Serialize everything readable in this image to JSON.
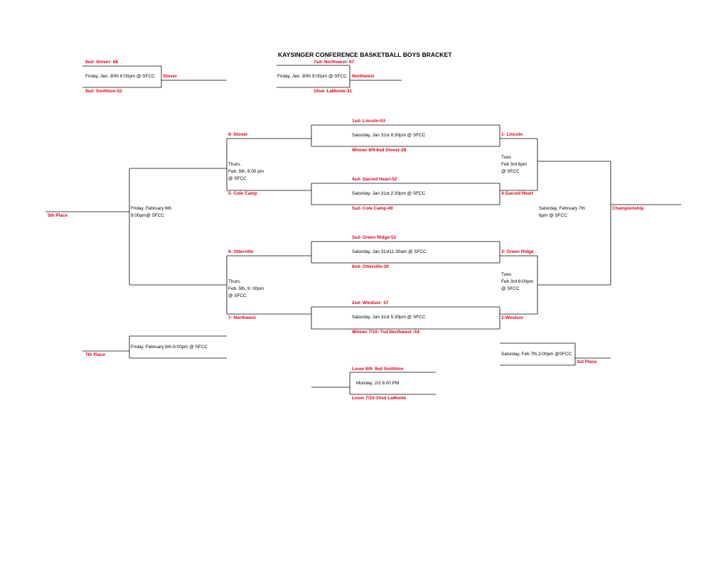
{
  "title": "KAYSINGER CONFERENCE BASKETBALL BOYS BRACKET",
  "prelim": {
    "game1": {
      "top": "8sd- Stover- 68",
      "time": "Friday, Jan. 30th 6:00pm @ SFCC",
      "winner": "Stover",
      "bottom": "9sd- Smithton-52"
    },
    "game2": {
      "top": "7sd- Northwest- 67",
      "time": "Friday, Jan. 30th 9:00pm @ SFCC",
      "winner": "Northwest",
      "bottom": "10sd- LaMonte-31"
    }
  },
  "round1": {
    "g1": {
      "top": "1sd- Lincoln-53",
      "time": "Saturday, Jan 31st 8:30pm @ SFCC",
      "bottom": "Winner 8/9-8sd Stover-28"
    },
    "g2": {
      "top": "4sd- Sacred Heart-52",
      "time": "Saturday, Jan 31st 2:30pm @ SFCC",
      "bottom": "5sd- Cole Camp-49"
    },
    "g3": {
      "top": "3sd- Green Ridge-51",
      "time": "Saturday, Jan 31st11:30am @ SFCC",
      "bottom": "6sd- Otterville-30"
    },
    "g4": {
      "top": "2sd- Windsor- 57",
      "time": "Saturday, Jan 31st 5:30pm @ SFCC",
      "bottom": "Winner 7/10- 7sd Northwest -54"
    }
  },
  "left": {
    "s1": {
      "top": "8- Stover",
      "time": "Thurs.\nFeb. 5th, 6:00 pm\n@ SFCC",
      "bottom": "5- Cole Camp"
    },
    "s2": {
      "top": "6- Otterville",
      "time": "Thurs.\nFeb. 5th, 9: 00pm\n@ SFCC",
      "bottom": "7- Northwest"
    },
    "fifth_time": "Friday, February 6th\n9:00pm@ SFCC",
    "fifth_label": "5th Place",
    "seventh_time": "Friday, February 6th-6:00pm @ SFCC",
    "seventh_label": "7th Place"
  },
  "right": {
    "s1": {
      "top": "1- Lincoln",
      "time": "Tues\nFeb 3rd 6pm\n@ SFCC",
      "bottom": "4-Sacred Heart"
    },
    "s2": {
      "top": "3- Green Ridge",
      "time": "Tues.\nFeb 3rd 9:00pm\n@ SFCC",
      "bottom": "2-Windsor"
    },
    "final_time": "Saturday, February 7th\n6pm @ SFCC",
    "final_label": "Championship",
    "third_time": "Saturday, Feb 7th,3:00pm @SFCC",
    "third_label": "3rd Place"
  },
  "consolation": {
    "top": "Loser 8/9- 9sd Smithton",
    "time": "Monday, 2/2 6:00 PM",
    "bottom": "Loser 7/10-10sd LaMonte"
  }
}
